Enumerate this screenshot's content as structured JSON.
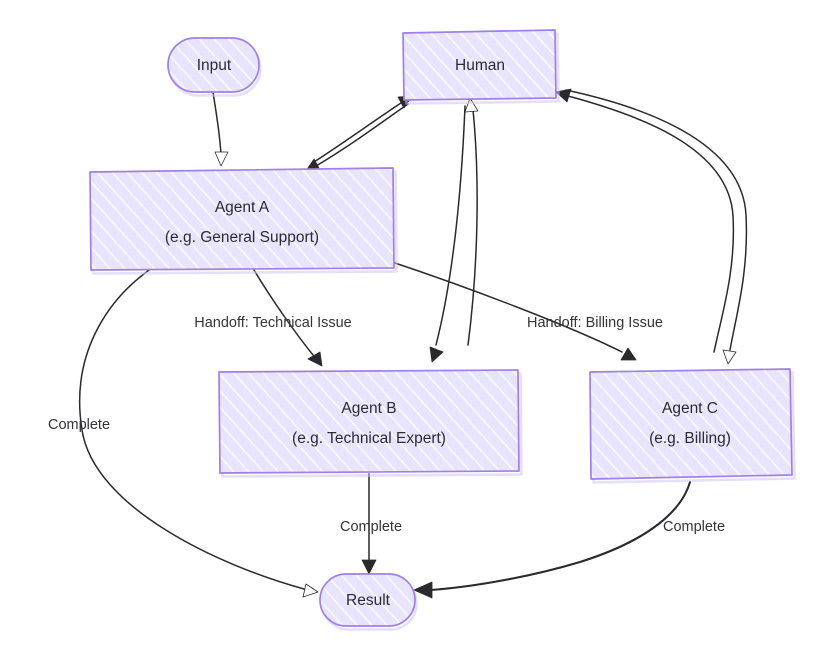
{
  "diagram": {
    "title": "Agent handoff flow",
    "background_color": "#ffffff",
    "node_fill_color": "#e8e4fb",
    "node_border_color": "#9f7fe8",
    "edge_color": "#2a2a2e",
    "text_color": "#2b2b33",
    "nodes": [
      {
        "id": "input",
        "shape": "stadium",
        "label_1": "Input",
        "label_2": ""
      },
      {
        "id": "human",
        "shape": "rectangle",
        "label_1": "Human",
        "label_2": ""
      },
      {
        "id": "agentA",
        "shape": "rectangle",
        "label_1": "Agent A",
        "label_2": "(e.g. General Support)"
      },
      {
        "id": "agentB",
        "shape": "rectangle",
        "label_1": "Agent B",
        "label_2": "(e.g. Technical Expert)"
      },
      {
        "id": "agentC",
        "shape": "rectangle",
        "label_1": "Agent C",
        "label_2": "(e.g. Billing)"
      },
      {
        "id": "result",
        "shape": "stadium",
        "label_1": "Result",
        "label_2": ""
      }
    ],
    "edges": [
      {
        "id": "e1",
        "from": "input",
        "to": "human",
        "label": "",
        "direction": "forward"
      },
      {
        "id": "e2",
        "from": "agentA",
        "to": "human",
        "label": "",
        "direction": "both"
      },
      {
        "id": "e3",
        "from": "agentA",
        "to": "agentB",
        "label": "Handoff: Technical Issue",
        "direction": "forward"
      },
      {
        "id": "e4",
        "from": "agentA",
        "to": "agentC",
        "label": "Handoff: Billing Issue",
        "direction": "forward"
      },
      {
        "id": "e5",
        "from": "agentB",
        "to": "human",
        "label": "",
        "direction": "both"
      },
      {
        "id": "e6",
        "from": "agentC",
        "to": "human",
        "label": "",
        "direction": "both"
      },
      {
        "id": "e7",
        "from": "agentA",
        "to": "result",
        "label": "Complete",
        "direction": "forward"
      },
      {
        "id": "e8",
        "from": "agentB",
        "to": "result",
        "label": "Complete",
        "direction": "forward"
      },
      {
        "id": "e9",
        "from": "agentC",
        "to": "result",
        "label": "Complete",
        "direction": "forward"
      }
    ],
    "labels": {
      "input": "Input",
      "human": "Human",
      "agentA_line1": "Agent A",
      "agentA_line2": "(e.g. General Support)",
      "agentB_line1": "Agent B",
      "agentB_line2": "(e.g. Technical Expert)",
      "agentC_line1": "Agent C",
      "agentC_line2": "(e.g. Billing)",
      "result": "Result",
      "handoff_technical": "Handoff: Technical Issue",
      "handoff_billing": "Handoff: Billing Issue",
      "complete_a": "Complete",
      "complete_b": "Complete",
      "complete_c": "Complete"
    }
  }
}
